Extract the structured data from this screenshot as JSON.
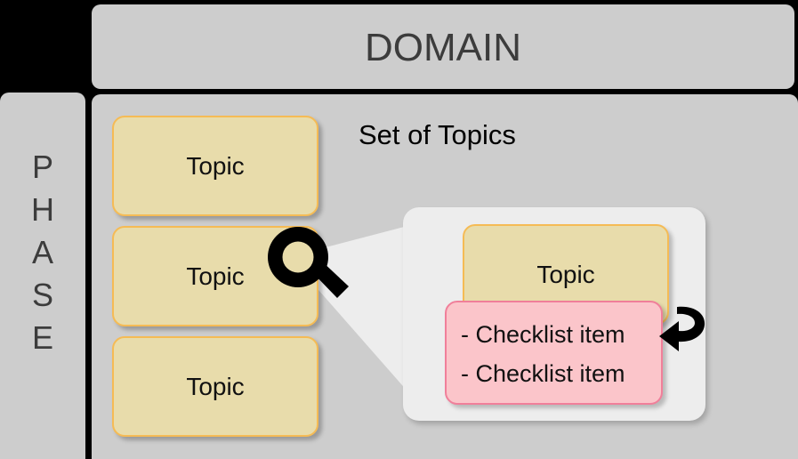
{
  "diagram": {
    "title": "DOMAIN",
    "phase_label": "PHASE",
    "phase_letters": [
      "P",
      "H",
      "A",
      "S",
      "E"
    ],
    "set_label": "Set of Topics",
    "topics": [
      {
        "label": "Topic"
      },
      {
        "label": "Topic"
      },
      {
        "label": "Topic"
      }
    ],
    "detail": {
      "topic_label": "Topic",
      "checklist": [
        "- Checklist item",
        "- Checklist item"
      ]
    },
    "icons": {
      "magnifier": "magnifier-icon",
      "rotate_arrow": "rotate-arrow-icon"
    },
    "colors": {
      "background": "#000000",
      "panel_gray": "#cdcdcd",
      "detail_panel_gray": "#ededed",
      "topic_fill": "#e8dcab",
      "topic_border": "#f5bb55",
      "checklist_fill": "#fbc5ca",
      "checklist_border": "#f07f9a",
      "heading_text": "#3c3c3c",
      "body_text": "#111111",
      "icon_black": "#000000"
    }
  }
}
